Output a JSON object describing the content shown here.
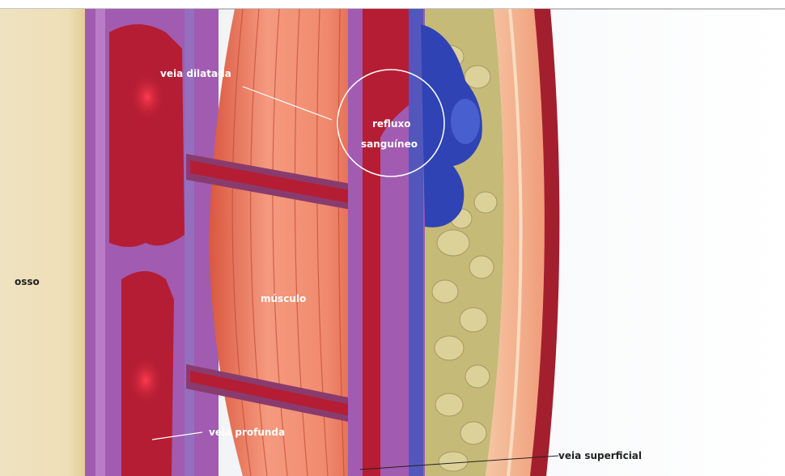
{
  "labels": {
    "bone": "osso",
    "muscle": "músculo",
    "dilated_vein": "veia dilatada",
    "reflux_line1": "refluxo",
    "reflux_line2": "sanguíneo",
    "deep_vein": "veia profunda",
    "superficial_vein": "veia superficial"
  },
  "colors": {
    "bone": "#f1e3c1",
    "vein_wall": "#a566b3",
    "vein_blood": "#b61e35",
    "muscle": "#f0876e",
    "fat": "#c9bd7a",
    "superficial_vein": "#2f3fb0",
    "skin": "#f2a587",
    "skin_edge": "#a51f2f"
  }
}
